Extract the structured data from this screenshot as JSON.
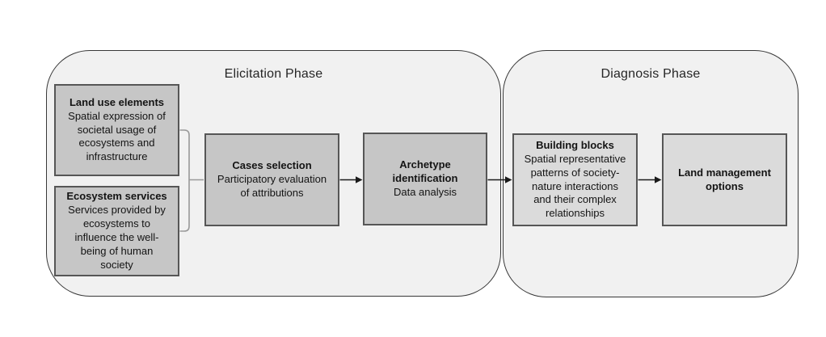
{
  "phases": [
    {
      "title": "Elicitation Phase"
    },
    {
      "title": "Diagnosis Phase"
    }
  ],
  "boxes": [
    {
      "title": "Land use elements",
      "body": "Spatial expression of\nsocietal usage of\necosystems and\ninfrastructure"
    },
    {
      "title": "Ecosystem services",
      "body": "Services provided by\necosystems to\ninfluence the well-\nbeing of human\nsociety"
    },
    {
      "title": "Cases selection",
      "body": "Participatory evaluation\nof attributions"
    },
    {
      "title": "Archetype\nidentification",
      "body": "Data analysis"
    },
    {
      "title": "Building blocks",
      "body": "Spatial representative\npatterns of society-\nnature interactions\nand their complex\nrelationships"
    },
    {
      "title": "Land management\noptions",
      "body": ""
    }
  ],
  "connectors": [
    {
      "type": "bracket",
      "from": [
        "Land use elements",
        "Ecosystem services"
      ],
      "to": "Cases selection"
    },
    {
      "type": "arrow",
      "from": "Cases selection",
      "to": "Archetype identification"
    },
    {
      "type": "arrow",
      "from": "Archetype identification",
      "to": "Building blocks"
    },
    {
      "type": "arrow",
      "from": "Building blocks",
      "to": "Land management options"
    }
  ],
  "colors": {
    "background": "#ffffff",
    "container_fill": "#f1f1f1",
    "container_border": "#383838",
    "box_fill_elicitation": "#c6c6c6",
    "box_fill_diagnosis": "#dbdbdb",
    "box_border": "#565656",
    "arrow": "#1a1a1a",
    "bracket": "#999999",
    "text": "#141414"
  }
}
